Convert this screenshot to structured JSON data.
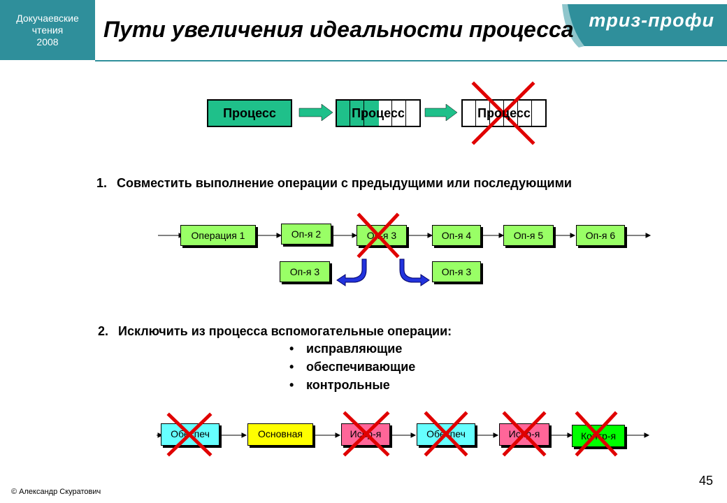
{
  "header": {
    "badge_line1": "Докучаевские",
    "badge_line2": "чтения",
    "badge_line3": "2008",
    "title": "Пути увеличения идеальности процесса",
    "logo": "триз-профи"
  },
  "top_diagram": {
    "box1": "Процесс",
    "box2": "Процесс",
    "box3": "Процесс"
  },
  "item1": {
    "heading": "1.  Совместить  выполнение операции с предыдущими  или последующими",
    "op1": "Операция 1",
    "op2": "Оп-я 2",
    "op3": "Оп-я 3",
    "op4": "Оп-я 4",
    "op5": "Оп-я 5",
    "op6": "Оп-я 6",
    "op3_left": "Оп-я 3",
    "op3_right": "Оп-я 3"
  },
  "item2": {
    "heading": "2.  Исключить  из процесса вспомогательные  операции:",
    "bullets": [
      "исправляющие",
      "обеспечивающие",
      "контрольные"
    ],
    "chain": [
      "Обеспеч",
      "Основная",
      "Испр-я",
      "Обеспеч",
      "Испр-я",
      "Контр-я"
    ]
  },
  "footer": {
    "copyright": "© Александр Скуратович",
    "page_number": "45"
  },
  "colors": {
    "teal": "#2f8f9b",
    "process_green": "#1fc08a",
    "lime": "#99ff66",
    "yellow": "#ffff00",
    "cyan": "#66ffff",
    "pink": "#ff6699",
    "bright_green": "#00ff00",
    "cross_red": "#e00000",
    "arrow_blue": "#0000cc"
  }
}
